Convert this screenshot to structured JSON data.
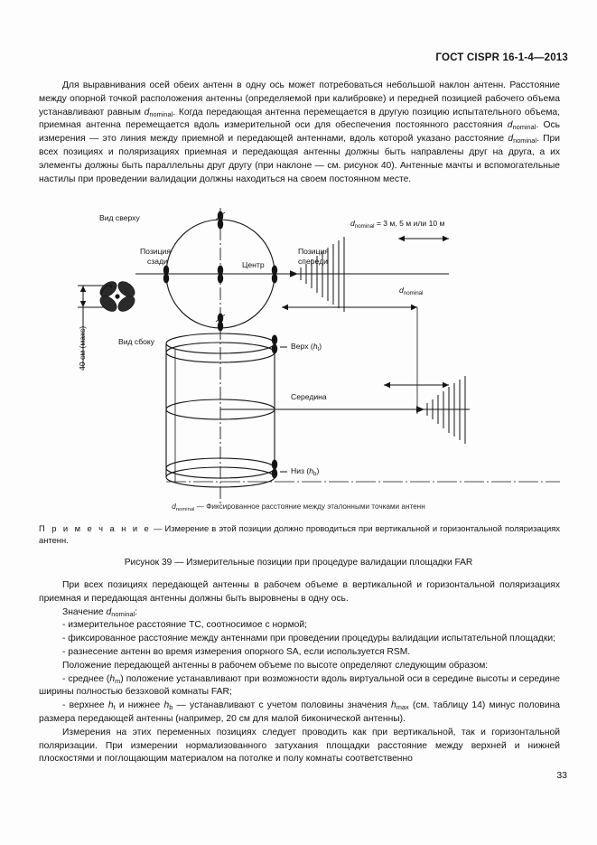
{
  "document": {
    "header": "ГОСТ CISPR 16-1-4—2013",
    "page_number": "33"
  },
  "paragraphs_top": [
    "Для выравнивания осей обеих антенн в одну ось может потребоваться небольшой наклон антенн. Расстояние между опорной точкой расположения антенны (определяемой при калибровке) и передней позицией рабочего объема устанавливают равным d{{nominal}}. Когда передающая антенна перемещается в другую позицию испытательного объема, приемная антенна перемещается вдоль измерительной оси для обеспечения постоянного расстояния d{{nominal}}. Ось измерения — это линия между приемной и передающей антеннами, вдоль которой указано расстояние d{{nominal}}. При всех позициях и поляризациях приемная и передающая антенны должны быть направлены друг на друга, а их элементы должны быть параллельны друг другу (при наклоне — см. рисунок 40). Антенные мачты и вспомогательные настилы при проведении валидации должны находиться на своем постоянном месте."
  ],
  "figure": {
    "label_top_view": "Вид сверху",
    "label_side_view": "Вид сбоку",
    "label_position_back": "Позиция\nсзади",
    "label_position_back_line1": "Позиция",
    "label_position_back_line2": "сзади",
    "label_center": "Центр",
    "label_position_front_line1": "Позиция",
    "label_position_front_line2": "спереди",
    "label_height_max": "40 см (макс)",
    "label_d_nominal_values": "d{{nominal}} = 3 м, 5 м или 10 м",
    "label_d_nominal": "d{{nominal}}",
    "label_top_h": "Верх (h{{t}})",
    "label_middle": "Середина",
    "label_bottom_h": "Низ (h{{b}})",
    "key": "d{{nominal}} — Фиксированное расстояние между эталонными точками антенн",
    "note_label": "П р и м е ч а н и е",
    "note_text": "—  Измерение в этой позиции должно проводиться при вертикальной и горизонтальной поляризациях антенн.",
    "caption": "Рисунок 39 — Измерительные позиции при процедуре валидации площадки FAR"
  },
  "paragraphs_bottom": [
    "При всех позициях передающей антенны в рабочем объеме в вертикальной и горизонтальной поляризациях приемная и передающая антенны должны быть выровнены в одну ось.",
    "Значение d{{nominal}}:",
    "- измерительное расстояние ТС, соотносимое с нормой;",
    "- фиксированное расстояние между антеннами при проведении процедуры валидации испытательной площадки;",
    "- разнесение антенн во время измерения опорного SA, если используется RSM.",
    "Положение передающей антенны в рабочем объеме по высоте определяют следующим образом:",
    "- среднее (h{{m}}) положение устанавливают при возможности вдоль виртуальной оси в середине высоты и середине ширины полностью безэховой комнаты FAR;",
    "- верхнее h{{t}} и нижнее h{{b}} — устанавливают с учетом половины значения h{{max}} (см. таблицу 14) минус половина размера передающей антенны (например, 20 см для малой биконической антенны).",
    "Измерения на этих переменных позициях следует проводить как при вертикальной, так и горизонтальной поляризации. При измерении нормализованного затухания площадки расстояние между верхней и нижней плоскостями и поглощающим материалом на потолке и полу комнаты соответственно"
  ],
  "colors": {
    "ink": "#141414",
    "paper": "#fdfdfd",
    "line": "#1a1a1a"
  }
}
